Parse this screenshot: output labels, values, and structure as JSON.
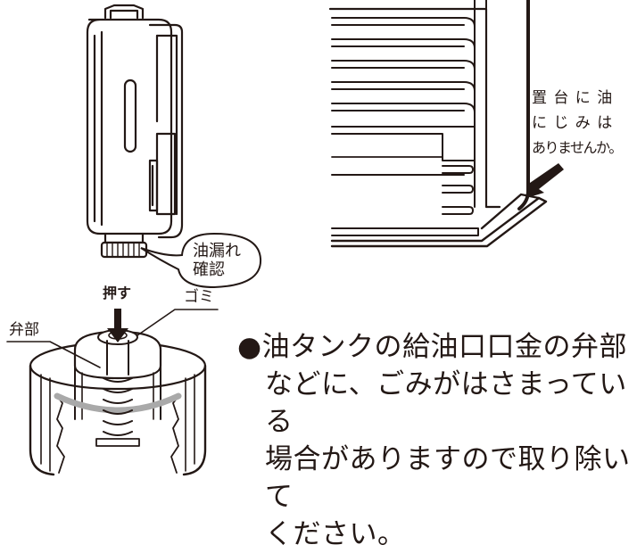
{
  "callouts": {
    "oil_leak_check": [
      "油漏れ",
      "確認"
    ],
    "base_question": [
      "置 台 に 油",
      "に じ み は",
      "ありませんか。"
    ]
  },
  "valve_labels": {
    "push": "押す",
    "dust": "ゴミ",
    "valve_part": "弁部"
  },
  "instruction": {
    "bullet": "●",
    "lines": [
      "油タンクの給油口口金の弁部",
      "などに、ごみがはさまっている",
      "場合がありますので取り除いて",
      "ください。"
    ]
  }
}
